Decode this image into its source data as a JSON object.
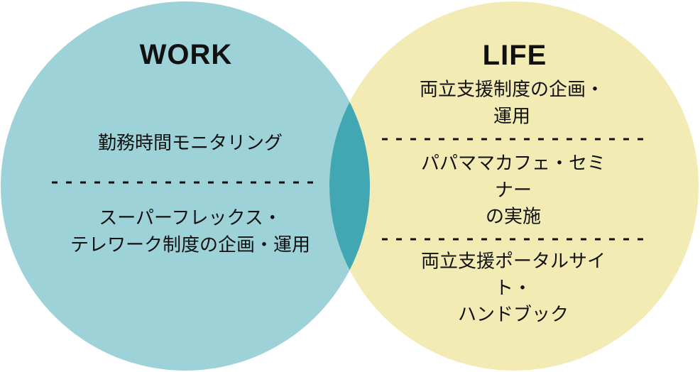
{
  "diagram": {
    "type": "venn",
    "background_color": "#ffffff",
    "text_color": "#111111",
    "overlap_color": "#41a7b2",
    "work_circle": {
      "label": "WORK",
      "color": "#9dd2d8",
      "items": [
        "勤務時間モニタリング",
        "スーパーフレックス・\nテレワーク制度の企画・運用"
      ]
    },
    "life_circle": {
      "label": "LIFE",
      "color": "#f2ecb4",
      "items": [
        "両立支援制度の企画・運用",
        "パパママカフェ・セミナー\nの実施",
        "両立支援ポータルサイト・\nハンドブック"
      ]
    }
  }
}
